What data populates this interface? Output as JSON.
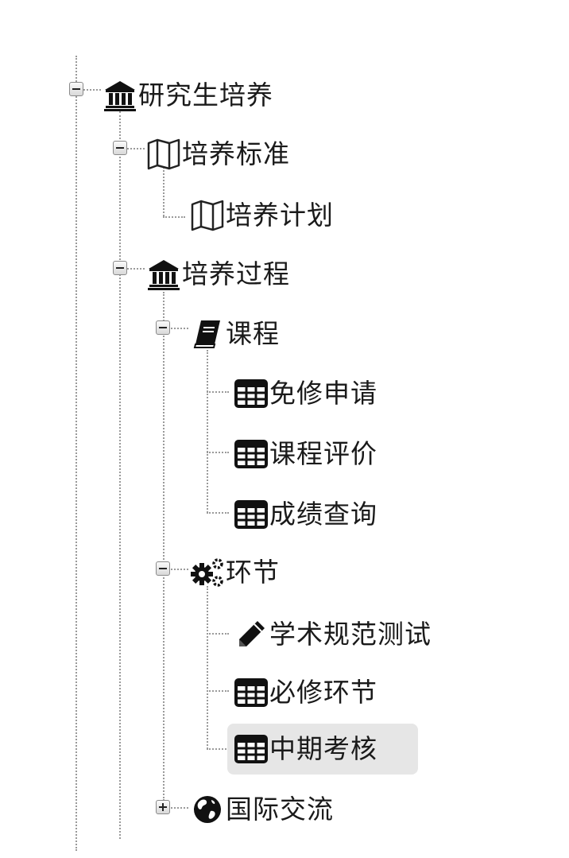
{
  "tree": {
    "nodes": [
      {
        "id": "n1",
        "label": "研究生培养",
        "icon": "institution-icon",
        "level": 0,
        "expander": "collapse",
        "expanded": true
      },
      {
        "id": "n2",
        "label": "培养标准",
        "icon": "map-icon",
        "level": 1,
        "expander": "collapse",
        "expanded": true
      },
      {
        "id": "n3",
        "label": "培养计划",
        "icon": "map-icon",
        "level": 2,
        "expander": null
      },
      {
        "id": "n4",
        "label": "培养过程",
        "icon": "institution-icon",
        "level": 1,
        "expander": "collapse",
        "expanded": true
      },
      {
        "id": "n5",
        "label": "课程",
        "icon": "book-icon",
        "level": 2,
        "expander": "collapse",
        "expanded": true
      },
      {
        "id": "n6",
        "label": "免修申请",
        "icon": "table-icon",
        "level": 3,
        "expander": null
      },
      {
        "id": "n7",
        "label": "课程评价",
        "icon": "table-icon",
        "level": 3,
        "expander": null
      },
      {
        "id": "n8",
        "label": "成绩查询",
        "icon": "table-icon",
        "level": 3,
        "expander": null
      },
      {
        "id": "n9",
        "label": "环节",
        "icon": "gears-icon",
        "level": 2,
        "expander": "collapse",
        "expanded": true
      },
      {
        "id": "n10",
        "label": "学术规范测试",
        "icon": "pencil-icon",
        "level": 3,
        "expander": null
      },
      {
        "id": "n11",
        "label": "必修环节",
        "icon": "table-icon",
        "level": 3,
        "expander": null
      },
      {
        "id": "n12",
        "label": "中期考核",
        "icon": "table-icon",
        "level": 3,
        "expander": null,
        "selected": true
      },
      {
        "id": "n13",
        "label": "国际交流",
        "icon": "globe-icon",
        "level": 2,
        "expander": "expand",
        "expanded": false
      }
    ],
    "selected_label": "中期考核",
    "colors": {
      "selected_bg": "#e6e6e6",
      "guide_line": "#9a9a9a",
      "text": "#1a1a1a"
    }
  }
}
